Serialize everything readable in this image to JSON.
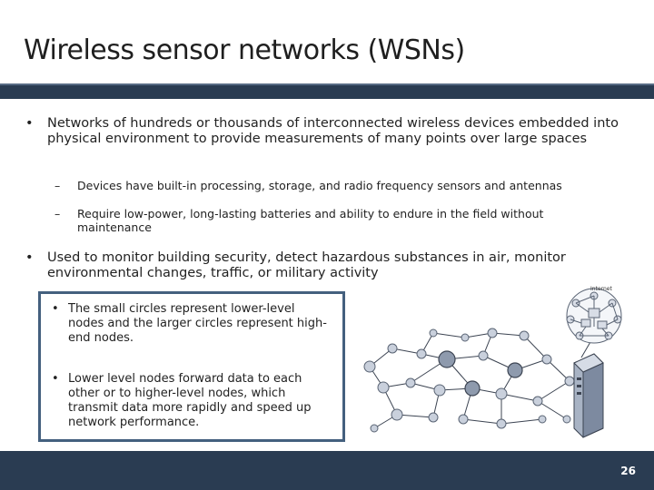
{
  "slide": {
    "title": "Wireless sensor networks (WSNs)",
    "bullet_symbol": "•",
    "dash_symbol": "–",
    "bullets": [
      {
        "text": "Networks of hundreds or thousands of interconnected wireless devices embedded into physical environment to provide measurements of many points over large spaces",
        "sub": [
          "Devices have built-in processing, storage, and radio frequency sensors and antennas",
          "Require low-power, long-lasting batteries and ability to endure in the field without maintenance"
        ]
      },
      {
        "text": "Used to monitor building security, detect hazardous substances in air, monitor environmental changes, traffic, or military activity"
      }
    ],
    "callout": [
      "The small circles represent lower-level nodes and the larger circles represent high-end nodes.",
      "Lower level nodes forward data to each other or to higher-level nodes, which transmit data more rapidly and speed up network performance."
    ],
    "diagram": {
      "internet_label": "Internet",
      "colors": {
        "node_fill": "#c9d0dc",
        "node_stroke": "#5a6474",
        "edge": "#3c4452"
      }
    },
    "page_number": "26"
  },
  "colors": {
    "bar": "#2a3c52",
    "callout_border": "#44607e",
    "text": "#222222"
  }
}
